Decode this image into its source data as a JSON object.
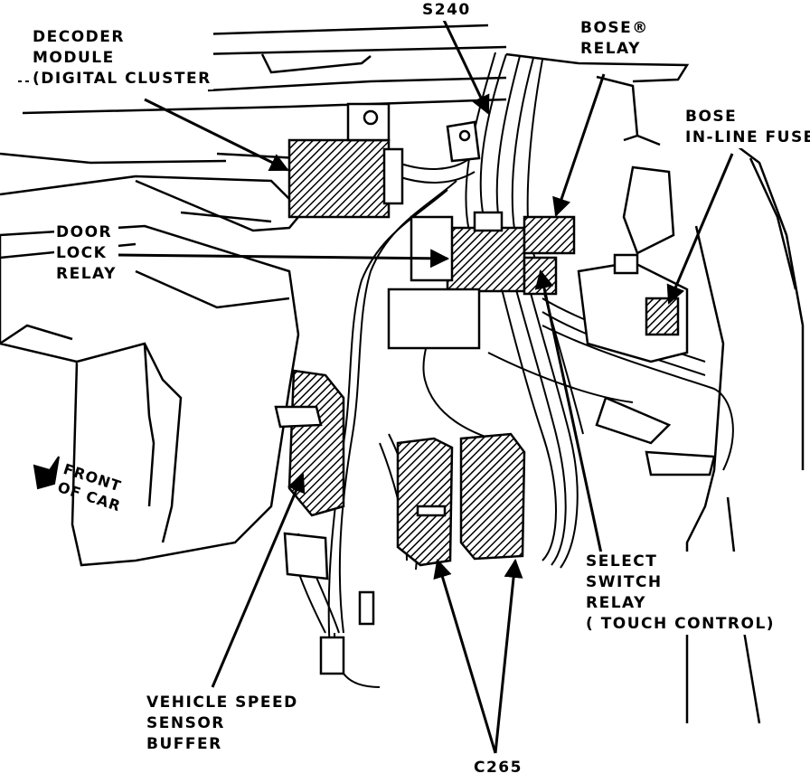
{
  "labels": {
    "decoder_module": [
      "DECODER",
      "MODULE",
      "(DIGITAL CLUSTER"
    ],
    "s240": "S240",
    "bose_relay": [
      "BOSE®",
      "RELAY"
    ],
    "bose_inline_fuse": [
      "BOSE",
      "IN-LINE FUSE"
    ],
    "door_lock_relay": [
      "DOOR",
      "LOCK",
      "RELAY"
    ],
    "front_of_car": [
      "FRONT",
      "OF CAR"
    ],
    "select_switch_relay": [
      "SELECT",
      "SWITCH",
      "RELAY",
      "( TOUCH CONTROL)"
    ],
    "vehicle_speed_sensor_buffer": [
      "VEHICLE SPEED",
      "SENSOR",
      "BUFFER"
    ],
    "c265": "C265"
  }
}
